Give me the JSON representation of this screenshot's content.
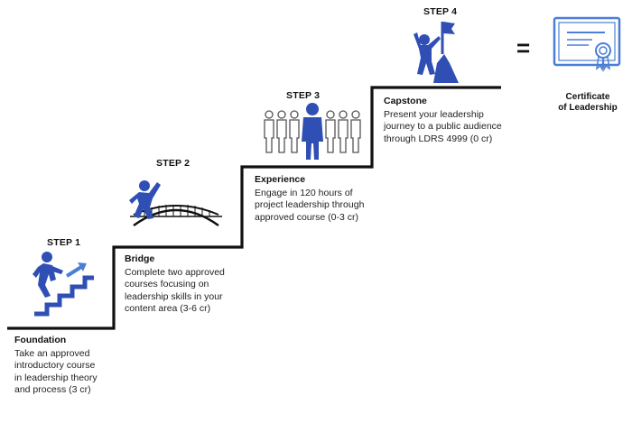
{
  "colors": {
    "accent": "#2f4fb5",
    "accent_light": "#4b7fd6",
    "line": "#111111"
  },
  "steps": [
    {
      "step_label": "STEP 1",
      "title": "Foundation",
      "lines": [
        "Take an approved",
        "introductory course",
        "in leadership theory",
        "and process (3 cr)"
      ],
      "icon": "climbing-stairs-icon"
    },
    {
      "step_label": "STEP 2",
      "title": "Bridge",
      "lines": [
        "Complete two approved",
        "courses focusing on",
        "leadership skills in your",
        "content area (3-6 cr)"
      ],
      "icon": "crossing-bridge-icon"
    },
    {
      "step_label": "STEP 3",
      "title": "Experience",
      "lines": [
        "Engage in 120 hours of",
        "project leadership through",
        "approved course (0-3 cr)"
      ],
      "icon": "leader-in-crowd-icon"
    },
    {
      "step_label": "STEP 4",
      "title": "Capstone",
      "lines": [
        "Present your leadership",
        "journey to a public audience",
        "through LDRS 4999 (0 cr)"
      ],
      "icon": "summit-flag-icon"
    }
  ],
  "equals_sign": "=",
  "certificate": {
    "line1": "Certificate",
    "line2": "of Leadership",
    "icon": "certificate-icon"
  }
}
